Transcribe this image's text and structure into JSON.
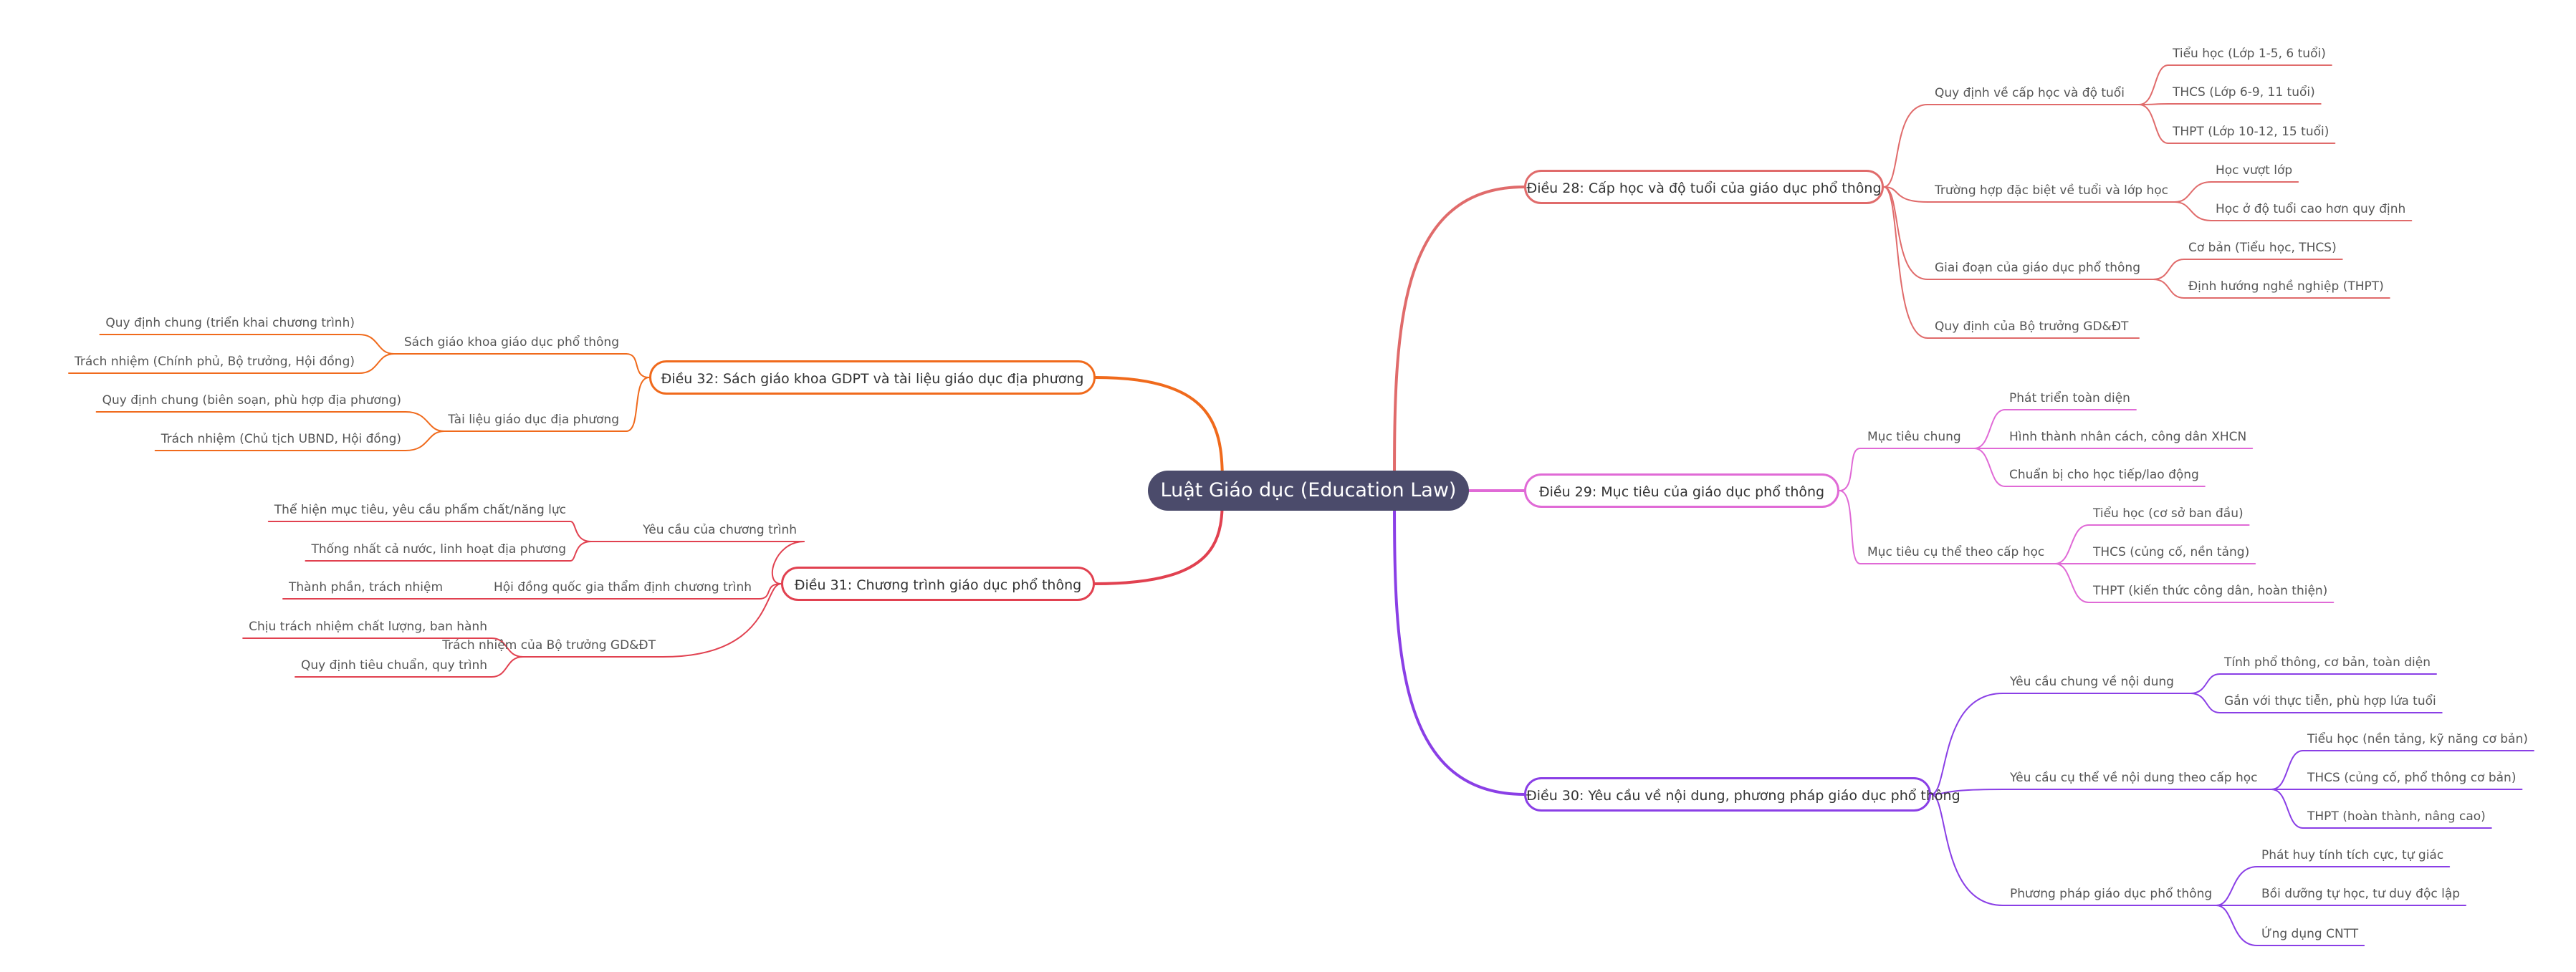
{
  "root": {
    "label": "Luật Giáo dục (Education Law)"
  },
  "colors": {
    "root_bg": "#4b4b6b",
    "dieu28": "#e06b6b",
    "dieu29": "#e06ad6",
    "dieu30": "#8a3fe6",
    "dieu31": "#e14150",
    "dieu32": "#f06a1c"
  },
  "branches": [
    {
      "id": "dieu28",
      "label": "Điều 28: Cấp học và độ tuổi của giáo dục phổ thông",
      "children": [
        {
          "label": "Quy định về cấp học và độ tuổi",
          "children": [
            {
              "label": "Tiểu học (Lớp 1-5, 6 tuổi)"
            },
            {
              "label": "THCS (Lớp 6-9, 11 tuổi)"
            },
            {
              "label": "THPT (Lớp 10-12, 15 tuổi)"
            }
          ]
        },
        {
          "label": "Trường hợp đặc biệt về tuổi và lớp học",
          "children": [
            {
              "label": "Học vượt lớp"
            },
            {
              "label": "Học ở độ tuổi cao hơn quy định"
            }
          ]
        },
        {
          "label": "Giai đoạn của giáo dục phổ thông",
          "children": [
            {
              "label": "Cơ bản (Tiểu học, THCS)"
            },
            {
              "label": "Định hướng nghề nghiệp (THPT)"
            }
          ]
        },
        {
          "label": "Quy định của Bộ trưởng GD&ĐT",
          "children": []
        }
      ]
    },
    {
      "id": "dieu29",
      "label": "Điều 29: Mục tiêu của giáo dục phổ thông",
      "children": [
        {
          "label": "Mục tiêu chung",
          "children": [
            {
              "label": "Phát triển toàn diện"
            },
            {
              "label": "Hình thành nhân cách, công dân XHCN"
            },
            {
              "label": "Chuẩn bị cho học tiếp/lao động"
            }
          ]
        },
        {
          "label": "Mục tiêu cụ thể theo cấp học",
          "children": [
            {
              "label": "Tiểu học (cơ sở ban đầu)"
            },
            {
              "label": "THCS (củng cố, nền tảng)"
            },
            {
              "label": "THPT (kiến thức công dân, hoàn thiện)"
            }
          ]
        }
      ]
    },
    {
      "id": "dieu30",
      "label": "Điều 30: Yêu cầu về nội dung, phương pháp giáo dục phổ thông",
      "children": [
        {
          "label": "Yêu cầu chung về nội dung",
          "children": [
            {
              "label": "Tính phổ thông, cơ bản, toàn diện"
            },
            {
              "label": "Gắn với thực tiễn, phù hợp lứa tuổi"
            }
          ]
        },
        {
          "label": "Yêu cầu cụ thể về nội dung theo cấp học",
          "children": [
            {
              "label": "Tiểu học (nền tảng, kỹ năng cơ bản)"
            },
            {
              "label": "THCS (củng cố, phổ thông cơ bản)"
            },
            {
              "label": "THPT (hoàn thành, nâng cao)"
            }
          ]
        },
        {
          "label": "Phương pháp giáo dục phổ thông",
          "children": [
            {
              "label": "Phát huy tính tích cực, tự giác"
            },
            {
              "label": "Bồi dưỡng tự học, tư duy độc lập"
            },
            {
              "label": "Ứng dụng CNTT"
            }
          ]
        }
      ]
    },
    {
      "id": "dieu31",
      "label": "Điều 31: Chương trình giáo dục phổ thông",
      "children": [
        {
          "label": "Yêu cầu của chương trình",
          "children": [
            {
              "label": "Thể hiện mục tiêu, yêu cầu phẩm chất/năng lực"
            },
            {
              "label": "Thống nhất cả nước, linh hoạt địa phương"
            }
          ]
        },
        {
          "label": "Hội đồng quốc gia thẩm định chương trình",
          "children": [
            {
              "label": "Thành phần, trách nhiệm"
            }
          ]
        },
        {
          "label": "Trách nhiệm của Bộ trưởng GD&ĐT",
          "children": [
            {
              "label": "Chịu trách nhiệm chất lượng, ban hành"
            },
            {
              "label": "Quy định tiêu chuẩn, quy trình"
            }
          ]
        }
      ]
    },
    {
      "id": "dieu32",
      "label": "Điều 32: Sách giáo khoa GDPT và tài liệu giáo dục địa phương",
      "children": [
        {
          "label": "Sách giáo khoa giáo dục phổ thông",
          "children": [
            {
              "label": "Quy định chung (triển khai chương trình)"
            },
            {
              "label": "Trách nhiệm (Chính phủ, Bộ trưởng, Hội đồng)"
            }
          ]
        },
        {
          "label": "Tài liệu giáo dục địa phương",
          "children": [
            {
              "label": "Quy định chung (biên soạn, phù hợp địa phương)"
            },
            {
              "label": "Trách nhiệm (Chủ tịch UBND, Hội đồng)"
            }
          ]
        }
      ]
    }
  ]
}
